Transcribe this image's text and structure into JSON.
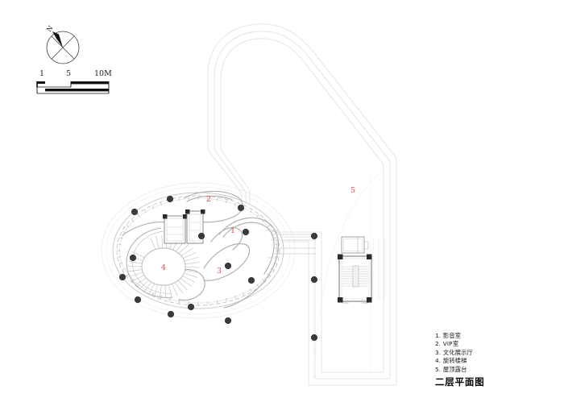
{
  "sheet": {
    "title": "二层平面图",
    "background_color": "#ffffff",
    "line_color": "#9a9a9a",
    "label_color": "#e24a4a"
  },
  "north_arrow": {
    "name": "north-arrow",
    "label": "N"
  },
  "scale_bar": {
    "name": "scale-bar",
    "ticks": [
      "1",
      "5",
      "10M"
    ],
    "unit": "M"
  },
  "legend": {
    "items": [
      {
        "num": "1",
        "text": "1. 影音室"
      },
      {
        "num": "2",
        "text": "2. VIP室"
      },
      {
        "num": "3",
        "text": "3. 文化展示厅"
      },
      {
        "num": "4",
        "text": "4. 旋转楼梯"
      },
      {
        "num": "5",
        "text": "5. 屋顶露台"
      }
    ]
  },
  "plan_labels": {
    "l1": "1",
    "l2": "2",
    "l3": "3",
    "l4": "4",
    "l5": "5"
  }
}
